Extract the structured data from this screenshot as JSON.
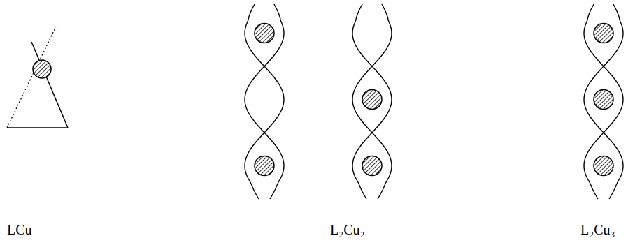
{
  "diagram": {
    "labels": [
      "LCu",
      "L₂Cu₂",
      "L₂Cu₃"
    ]
  }
}
